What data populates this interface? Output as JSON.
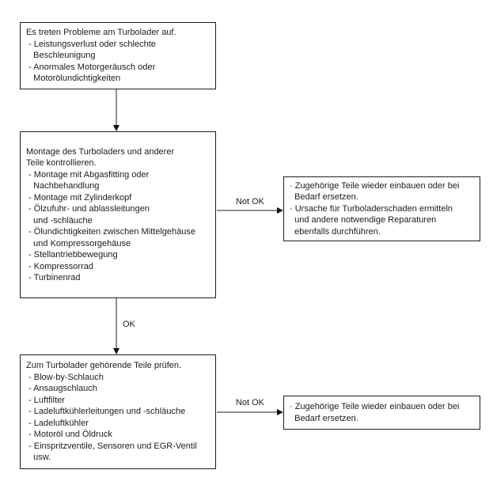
{
  "flowchart": {
    "boxes": {
      "problem": {
        "lines": [
          "Es treten Probleme am Turbolader auf.",
          " - Leistungsverlust oder schlechte",
          "   Beschleunigung",
          " - Anormales Motorgeräusch oder",
          "   Motorölundichtigkeiten"
        ]
      },
      "montage_check": {
        "lines": [
          "Montage des Turboladers und anderer",
          "Teile kontrollieren.",
          " - Montage mit Abgasfitting oder",
          "   Nachbehandlung",
          " - Montage mit Zylinderkopf",
          " - Ölzufuhr- und ablassleitungen",
          "   und -schläuche",
          " - Ölundichtigkeiten zwischen Mittelgehäuse",
          "   und Kompressorgehäuse",
          " - Stellantriebbewegung",
          " - Kompressorrad",
          " - Turbinenrad"
        ]
      },
      "not_ok_action_full": {
        "lines": [
          "· Zugehörige Teile wieder einbauen oder bei",
          "  Bedarf ersetzen.",
          "· Ursache für Turboladerschaden ermitteln",
          "  und andere notwendige Reparaturen",
          "  ebenfalls durchführen."
        ]
      },
      "parts_check": {
        "lines": [
          "Zum Turbolader gehörende Teile prüfen.",
          " - Blow-by-Schlauch",
          " - Ansaugschlauch",
          " - Luftfilter",
          " - Ladeluftkühlerleitungen und -schläuche",
          " - Ladeluftkühler",
          " - Motoröl und Öldruck",
          " - Einspritzventile, Sensoren und EGR-Ventil",
          "   usw."
        ]
      },
      "not_ok_action_short": {
        "lines": [
          "· Zugehörige Teile wieder einbauen oder bei",
          "  Bedarf ersetzen."
        ]
      }
    },
    "connector_labels": {
      "not_ok_top": "Not OK",
      "ok": "OK",
      "not_ok_bottom": "Not OK"
    },
    "colors": {
      "background": "#ffffff",
      "box_border": "#1f1f1f",
      "text": "#1c1c1c",
      "connector": "#8f8f8f",
      "arrowhead": "#111111"
    }
  }
}
